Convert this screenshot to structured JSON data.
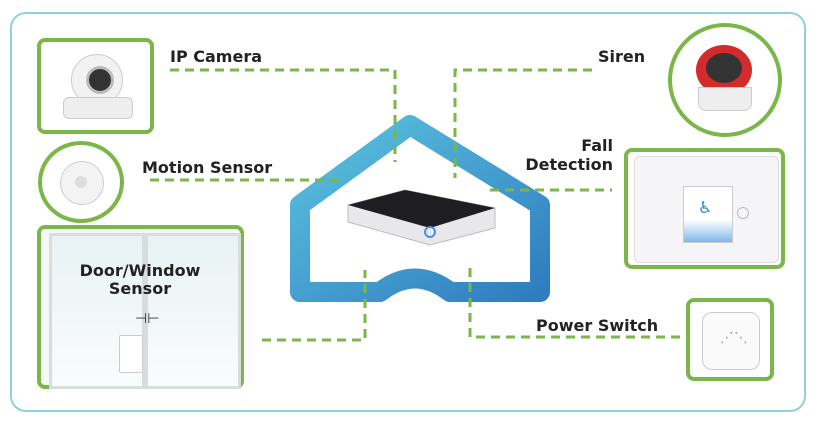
{
  "labels": {
    "ip_camera": "IP Camera",
    "motion_sensor": "Motion Sensor",
    "door_window_sensor_line1": "Door/Window",
    "door_window_sensor_line2": "Sensor",
    "siren": "Siren",
    "fall_detection_line1": "Fall",
    "fall_detection_line2": "Detection",
    "power_switch": "Power Switch"
  },
  "colors": {
    "connector": "#7ab648",
    "house_light": "#5cc3e0",
    "house_dark": "#2f7dbf",
    "frame": "#8fd0e0"
  }
}
